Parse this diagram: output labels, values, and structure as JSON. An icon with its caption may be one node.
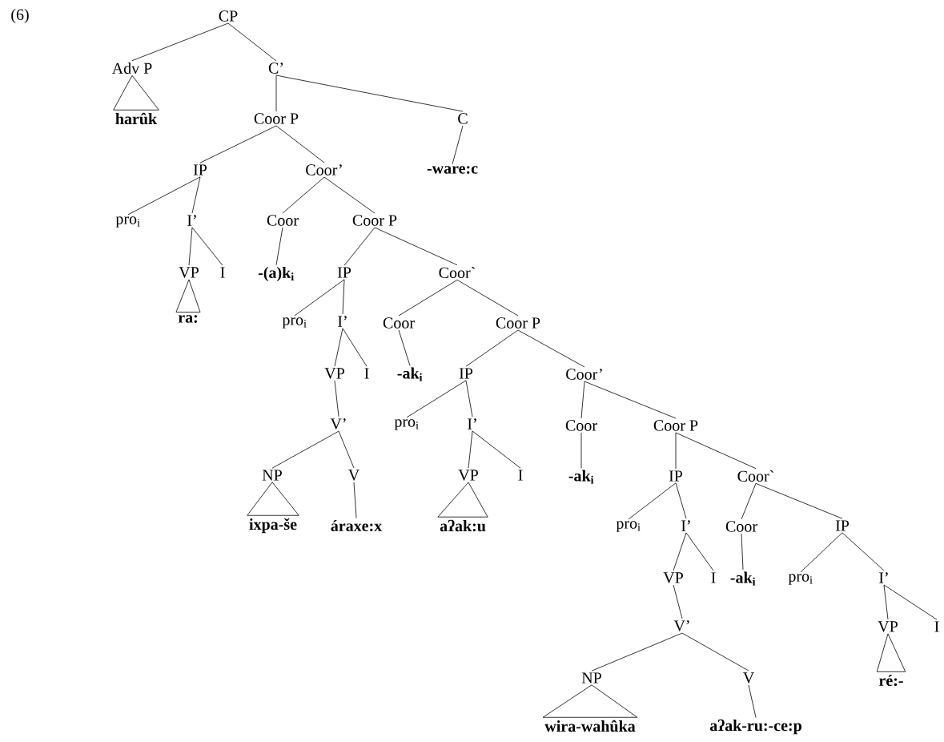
{
  "diagram": {
    "nodes": [
      {
        "text": [
          "CP"
        ]
      },
      {
        "text": [
          "Adv P"
        ]
      },
      {
        "text": [
          "C’"
        ]
      },
      {
        "text": [
          "harûk"
        ]
      },
      {
        "text": [
          "Coor P"
        ]
      },
      {
        "text": [
          "C"
        ]
      },
      {
        "text": [
          "IP"
        ]
      },
      {
        "text": [
          "Coor’"
        ]
      },
      {
        "text": [
          "-ware:c"
        ]
      },
      {
        "text": [
          "pro$_{i}$"
        ]
      },
      {
        "text": [
          "I’"
        ]
      },
      {
        "text": [
          "Coor"
        ]
      },
      {
        "text": [
          "Coor P"
        ]
      },
      {
        "text": [
          "VP"
        ]
      },
      {
        "text": [
          "I"
        ]
      },
      {
        "text": [
          "-(a)k$_{i}$"
        ]
      },
      {
        "text": [
          "IP"
        ]
      },
      {
        "text": [
          "Coor`"
        ]
      },
      {
        "text": [
          "ra:"
        ]
      },
      {
        "text": [
          "pro$_{i}$"
        ]
      },
      {
        "text": [
          "I’"
        ]
      },
      {
        "text": [
          "Coor"
        ]
      },
      {
        "text": [
          "Coor P"
        ]
      },
      {
        "text": [
          "VP"
        ]
      },
      {
        "text": [
          "I"
        ]
      },
      {
        "text": [
          "-ak$_{i}$"
        ]
      },
      {
        "text": [
          "IP"
        ]
      },
      {
        "text": [
          "Coor’"
        ]
      },
      {
        "text": [
          "V’"
        ]
      },
      {
        "text": [
          "pro$_{i}$"
        ]
      },
      {
        "text": [
          "I’"
        ]
      },
      {
        "text": [
          "Coor"
        ]
      },
      {
        "text": [
          "Coor P"
        ]
      },
      {
        "text": [
          "NP"
        ]
      },
      {
        "text": [
          "V"
        ]
      },
      {
        "text": [
          "VP"
        ]
      },
      {
        "text": [
          "I"
        ]
      },
      {
        "text": [
          "-ak$_{i}$"
        ]
      },
      {
        "text": [
          "IP"
        ]
      },
      {
        "text": [
          "Coor`"
        ]
      },
      {
        "text": [
          "ixpa-še"
        ]
      },
      {
        "text": [
          "áraxe:x"
        ]
      },
      {
        "text": [
          "aʔak:u"
        ]
      },
      {
        "text": [
          "pro$_{i}$"
        ]
      },
      {
        "text": [
          "I’"
        ]
      },
      {
        "text": [
          "Coor"
        ]
      },
      {
        "text": [
          "IP"
        ]
      },
      {
        "text": [
          "VP"
        ]
      },
      {
        "text": [
          "I"
        ]
      },
      {
        "text": [
          "-ak$_{i}$"
        ]
      },
      {
        "text": [
          "pro$_{i}$"
        ]
      },
      {
        "text": [
          "I’"
        ]
      },
      {
        "text": [
          "V’"
        ]
      },
      {
        "text": [
          "VP"
        ]
      },
      {
        "text": [
          "I"
        ]
      },
      {
        "text": [
          "NP"
        ]
      },
      {
        "text": [
          "V"
        ]
      },
      {
        "text": [
          "ré:-"
        ]
      },
      {
        "text": [
          "wira-wahûka"
        ]
      },
      {
        "text": [
          "aʔak-ru:-ce:p"
        ]
      }
    ],
    "edges": [
      {
        "from": 0,
        "to": 1,
        "arrow": "none"
      },
      {
        "from": 0,
        "to": 2,
        "arrow": "none"
      },
      {
        "from": 1,
        "to": 3,
        "arrow": "none"
      },
      {
        "from": 2,
        "to": 4,
        "arrow": "none"
      },
      {
        "from": 2,
        "to": 5,
        "arrow": "none"
      },
      {
        "from": 4,
        "to": 6,
        "arrow": "none"
      },
      {
        "from": 4,
        "to": 7,
        "arrow": "none"
      },
      {
        "from": 5,
        "to": 8,
        "arrow": "none"
      },
      {
        "from": 6,
        "to": 9,
        "arrow": "none"
      },
      {
        "from": 6,
        "to": 10,
        "arrow": "none"
      },
      {
        "from": 7,
        "to": 11,
        "arrow": "none"
      },
      {
        "from": 7,
        "to": 12,
        "arrow": "none"
      },
      {
        "from": 10,
        "to": 13,
        "arrow": "none"
      },
      {
        "from": 10,
        "to": 14,
        "arrow": "none"
      },
      {
        "from": 11,
        "to": 15,
        "arrow": "none"
      },
      {
        "from": 12,
        "to": 16,
        "arrow": "none"
      },
      {
        "from": 12,
        "to": 17,
        "arrow": "none"
      },
      {
        "from": 13,
        "to": 18,
        "arrow": "none"
      },
      {
        "from": 16,
        "to": 19,
        "arrow": "none"
      },
      {
        "from": 16,
        "to": 20,
        "arrow": "none"
      },
      {
        "from": 17,
        "to": 21,
        "arrow": "none"
      },
      {
        "from": 17,
        "to": 22,
        "arrow": "none"
      },
      {
        "from": 20,
        "to": 23,
        "arrow": "none"
      },
      {
        "from": 20,
        "to": 24,
        "arrow": "none"
      },
      {
        "from": 21,
        "to": 25,
        "arrow": "none"
      },
      {
        "from": 22,
        "to": 26,
        "arrow": "none"
      },
      {
        "from": 22,
        "to": 27,
        "arrow": "none"
      },
      {
        "from": 23,
        "to": 28,
        "arrow": "none"
      },
      {
        "from": 26,
        "to": 29,
        "arrow": "none"
      },
      {
        "from": 26,
        "to": 30,
        "arrow": "none"
      },
      {
        "from": 27,
        "to": 31,
        "arrow": "none"
      },
      {
        "from": 27,
        "to": 32,
        "arrow": "none"
      },
      {
        "from": 28,
        "to": 33,
        "arrow": "none"
      },
      {
        "from": 28,
        "to": 34,
        "arrow": "none"
      },
      {
        "from": 30,
        "to": 35,
        "arrow": "none"
      },
      {
        "from": 30,
        "to": 36,
        "arrow": "none"
      },
      {
        "from": 31,
        "to": 37,
        "arrow": "none"
      },
      {
        "from": 32,
        "to": 38,
        "arrow": "none"
      },
      {
        "from": 32,
        "to": 39,
        "arrow": "none"
      },
      {
        "from": 33,
        "to": 40,
        "arrow": "none"
      },
      {
        "from": 34,
        "to": 41,
        "arrow": "none"
      },
      {
        "from": 35,
        "to": 42,
        "arrow": "none"
      },
      {
        "from": 38,
        "to": 43,
        "arrow": "none"
      },
      {
        "from": 38,
        "to": 44,
        "arrow": "none"
      },
      {
        "from": 39,
        "to": 45,
        "arrow": "none"
      },
      {
        "from": 39,
        "to": 46,
        "arrow": "none"
      },
      {
        "from": 44,
        "to": 47,
        "arrow": "none"
      },
      {
        "from": 44,
        "to": 48,
        "arrow": "none"
      },
      {
        "from": 45,
        "to": 49,
        "arrow": "none"
      },
      {
        "from": 46,
        "to": 50,
        "arrow": "none"
      },
      {
        "from": 46,
        "to": 51,
        "arrow": "none"
      },
      {
        "from": 47,
        "to": 52,
        "arrow": "none"
      },
      {
        "from": 51,
        "to": 53,
        "arrow": "none"
      },
      {
        "from": 51,
        "to": 54,
        "arrow": "none"
      },
      {
        "from": 52,
        "to": 55,
        "arrow": "none"
      },
      {
        "from": 52,
        "to": 56,
        "arrow": "none"
      },
      {
        "from": 53,
        "to": 57,
        "arrow": "none"
      },
      {
        "from": 55,
        "to": 58,
        "arrow": "none"
      },
      {
        "from": 56,
        "to": 59,
        "arrow": "none"
      }
    ],
    "labels": [
      "(6)"
    ]
  }
}
